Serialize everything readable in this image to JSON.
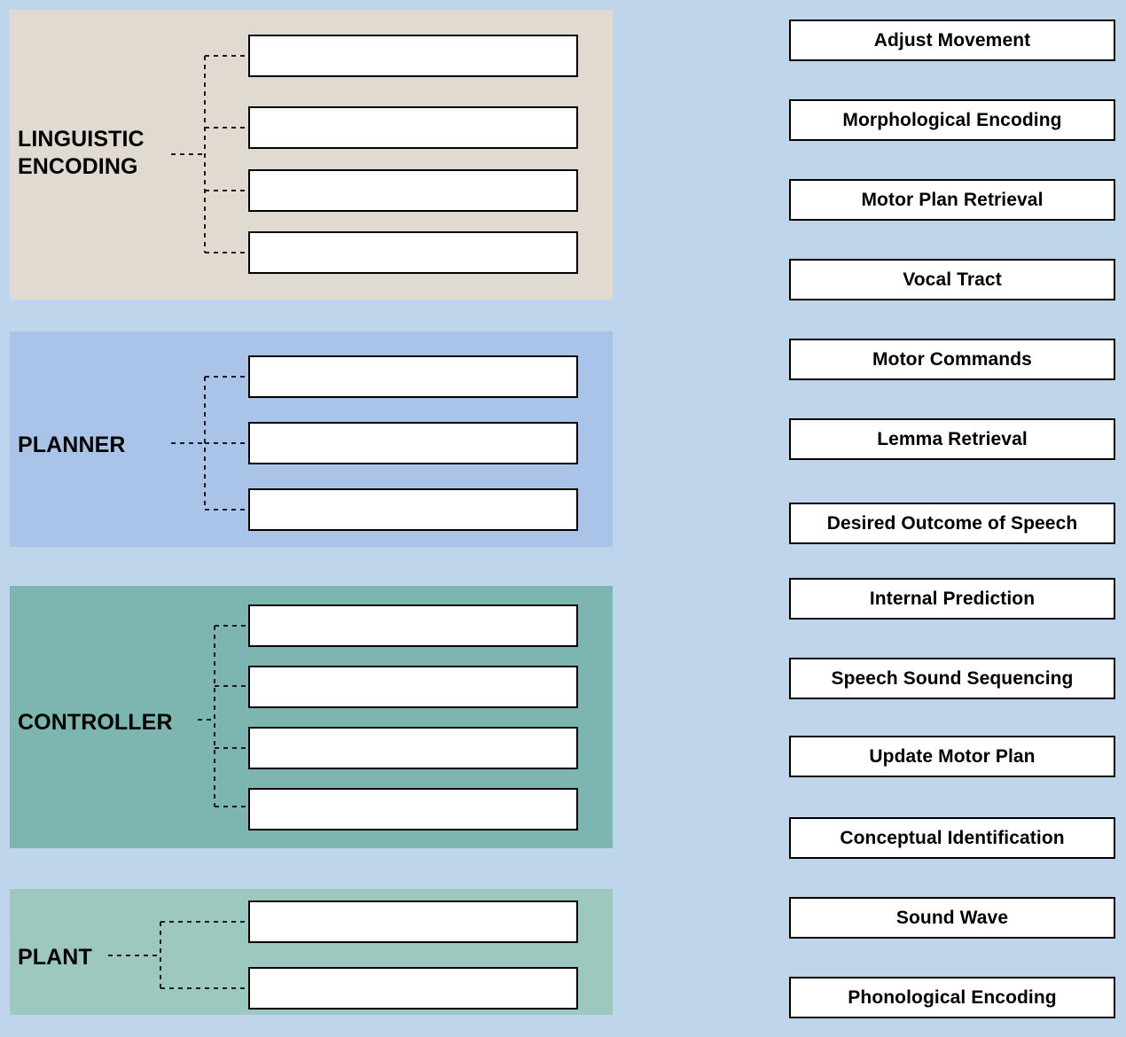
{
  "page": {
    "title": "Speech Production Model Drag-and-Drop Activity",
    "background_color": "#bed5ec"
  },
  "categories": [
    {
      "id": "linguistic-encoding",
      "label": "LINGUISTIC ENCODING",
      "label_lines": [
        "LINGUISTIC",
        "ENCODING"
      ],
      "color": "#e0dad1",
      "slot_count": 4,
      "slots": [
        "",
        "",
        "",
        ""
      ]
    },
    {
      "id": "planner",
      "label": "PLANNER",
      "label_lines": [
        "PLANNER"
      ],
      "color": "#a9c4e8",
      "slot_count": 3,
      "slots": [
        "",
        "",
        ""
      ]
    },
    {
      "id": "controller",
      "label": "CONTROLLER",
      "label_lines": [
        "CONTROLLER"
      ],
      "color": "#7db6b0",
      "slot_count": 4,
      "slots": [
        "",
        "",
        "",
        ""
      ]
    },
    {
      "id": "plant",
      "label": "PLANT",
      "label_lines": [
        "PLANT"
      ],
      "color": "#9cc8c0",
      "slot_count": 2,
      "slots": [
        "",
        ""
      ]
    }
  ],
  "term_cards": [
    {
      "id": "adjust-movement",
      "label": "Adjust Movement"
    },
    {
      "id": "morphological-encoding",
      "label": "Morphological Encoding"
    },
    {
      "id": "motor-plan-retrieval",
      "label": "Motor Plan Retrieval"
    },
    {
      "id": "vocal-tract",
      "label": "Vocal Tract"
    },
    {
      "id": "motor-commands",
      "label": "Motor Commands"
    },
    {
      "id": "lemma-retrieval",
      "label": "Lemma Retrieval"
    },
    {
      "id": "desired-outcome-of-speech",
      "label": "Desired Outcome of Speech"
    },
    {
      "id": "internal-prediction",
      "label": "Internal Prediction"
    },
    {
      "id": "speech-sound-sequencing",
      "label": "Speech Sound Sequencing"
    },
    {
      "id": "update-motor-plan",
      "label": "Update Motor Plan"
    },
    {
      "id": "conceptual-identification",
      "label": "Conceptual Identification"
    },
    {
      "id": "sound-wave",
      "label": "Sound Wave"
    },
    {
      "id": "phonological-encoding",
      "label": "Phonological Encoding"
    }
  ]
}
